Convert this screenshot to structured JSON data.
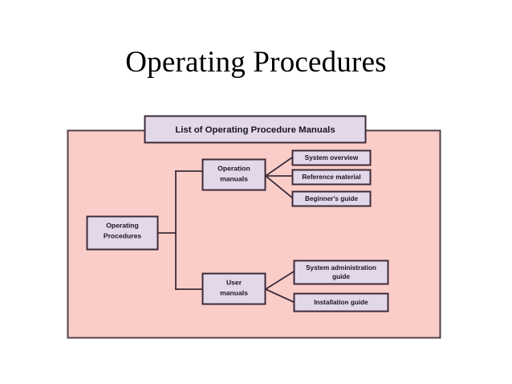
{
  "slide": {
    "title": "Operating Procedures",
    "background_color": "#ffffff",
    "title_color": "#000000"
  },
  "diagram": {
    "type": "tree",
    "panel": {
      "label": "",
      "fill_color": "#fbcdc8",
      "border_color": "#53404a"
    },
    "node_style": {
      "fill_color": "#e2d8ea",
      "border_color": "#3d2b39",
      "text_color": "#1a1320"
    },
    "header_box": {
      "label": "List of Operating Procedure Manuals"
    },
    "root": {
      "label_line1": "Operating",
      "label_line2": "Procedures"
    },
    "branches": [
      {
        "label_line1": "Operation",
        "label_line2": "manuals",
        "children": [
          {
            "label_line1": "System overview",
            "label_line2": ""
          },
          {
            "label_line1": "Reference material",
            "label_line2": ""
          },
          {
            "label_line1": "Beginner's guide",
            "label_line2": ""
          }
        ]
      },
      {
        "label_line1": "User",
        "label_line2": "manuals",
        "children": [
          {
            "label_line1": "System administration",
            "label_line2": "guide"
          },
          {
            "label_line1": "Installation guide",
            "label_line2": ""
          }
        ]
      }
    ]
  }
}
